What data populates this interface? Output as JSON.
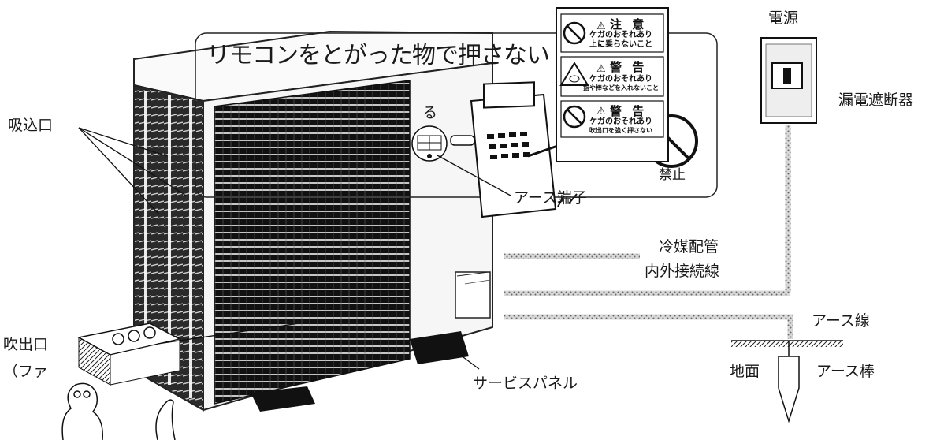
{
  "labels": {
    "suction_inlet": "吸込口",
    "outlet": "吹出口",
    "outlet_sub": "（ファ",
    "remote_caption": "リモコンをとがった物で押さない",
    "remote_fragment": "る",
    "earth_terminal": "アース端子",
    "prohibited": "禁止",
    "power": "電源",
    "leakage_breaker": "漏電遮断器",
    "refrigerant_pipe": "冷媒配管",
    "connection_wire": "内外接続線",
    "earth_wire": "アース線",
    "ground": "地面",
    "earth_rod": "アース棒",
    "service_panel": "サービスパネル"
  },
  "warning_labels": [
    {
      "title": "注 意",
      "line1": "ケガのおそれあり",
      "line2": "上に乗らないこと"
    },
    {
      "title": "警 告",
      "line1": "ケガのおそれあり",
      "line2": "指や棒などを入れないこと"
    },
    {
      "title": "警 告",
      "line1": "ケガのおそれあり",
      "line2": "吹出口を強く押さない"
    }
  ],
  "icons": [
    "prohibition-icon",
    "caution-triangle-icon",
    "remote-control",
    "earth-terminal-block",
    "leakage-breaker-box",
    "ceiling-cassette-unit",
    "person-figure",
    "earth-rod"
  ]
}
